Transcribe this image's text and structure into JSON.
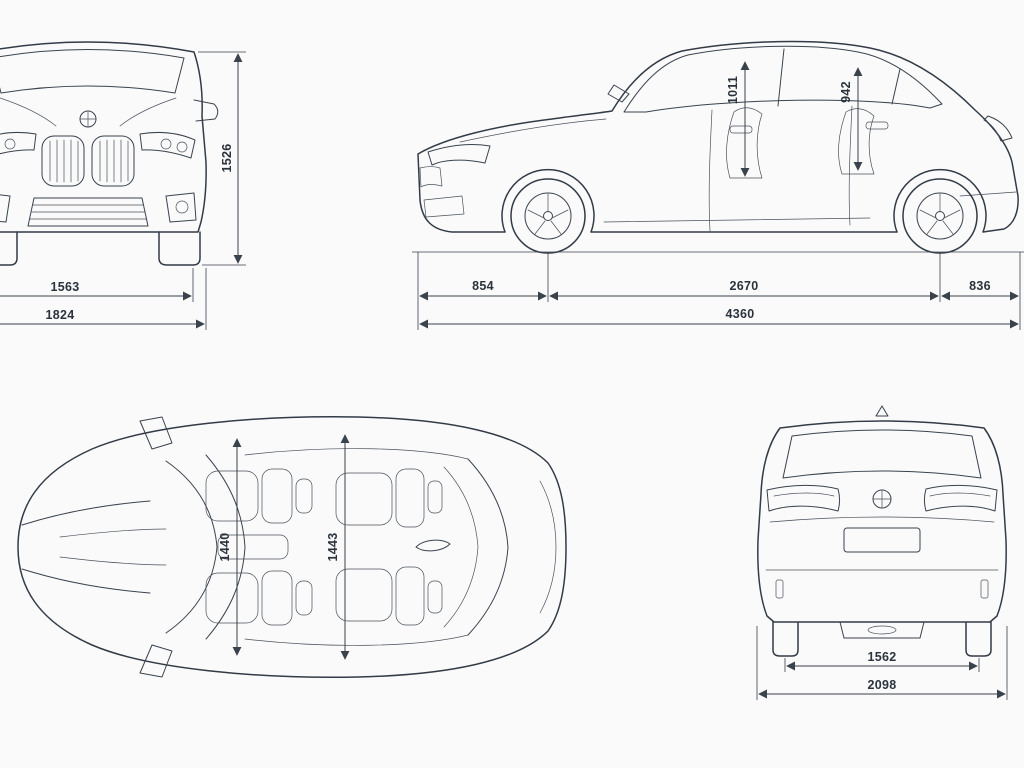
{
  "diagram": {
    "kind": "vehicle-dimension-blueprint",
    "line_color": "#323b46",
    "dim_color": "#3a424c",
    "background": "#fafafa"
  },
  "views": {
    "front": {
      "name": "front-view",
      "dims": {
        "height": "1526",
        "track": "1563",
        "width": "1824"
      }
    },
    "side": {
      "name": "side-view",
      "dims": {
        "front_headroom": "1011",
        "rear_headroom": "942",
        "front_overhang": "854",
        "wheelbase": "2670",
        "rear_overhang": "836",
        "length": "4360"
      }
    },
    "top": {
      "name": "top-view",
      "dims": {
        "front_interior_width": "1440",
        "rear_interior_width": "1443"
      }
    },
    "rear": {
      "name": "rear-view",
      "dims": {
        "track": "1562",
        "width": "2098"
      }
    }
  }
}
